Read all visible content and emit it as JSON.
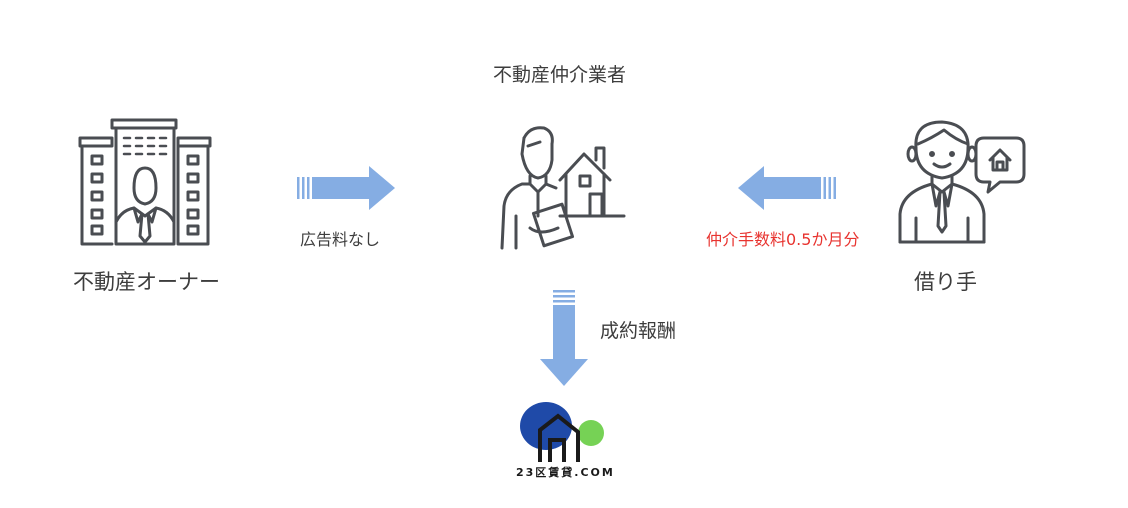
{
  "broker": {
    "label": "不動産仲介業者",
    "icon": "broker-with-house-icon"
  },
  "owner": {
    "label": "不動産オーナー",
    "icon": "building-owner-icon"
  },
  "tenant": {
    "label": "借り手",
    "icon": "tenant-with-house-bubble-icon"
  },
  "owner_to_broker": {
    "label": "広告料なし",
    "icon": "arrow-right-icon"
  },
  "tenant_to_broker": {
    "label": "仲介手数料0.5か月分",
    "icon": "arrow-left-icon"
  },
  "broker_to_site": {
    "label": "成約報酬",
    "icon": "arrow-down-icon"
  },
  "site_logo": {
    "text": "23区賃貸.COM",
    "icon": "house-logo-icon"
  },
  "colors": {
    "icon_stroke": "#4a4d52",
    "arrow": "#85ade3",
    "fee_text": "#e8332f",
    "logo_blue": "#1f4aa8",
    "logo_green": "#76d255"
  }
}
